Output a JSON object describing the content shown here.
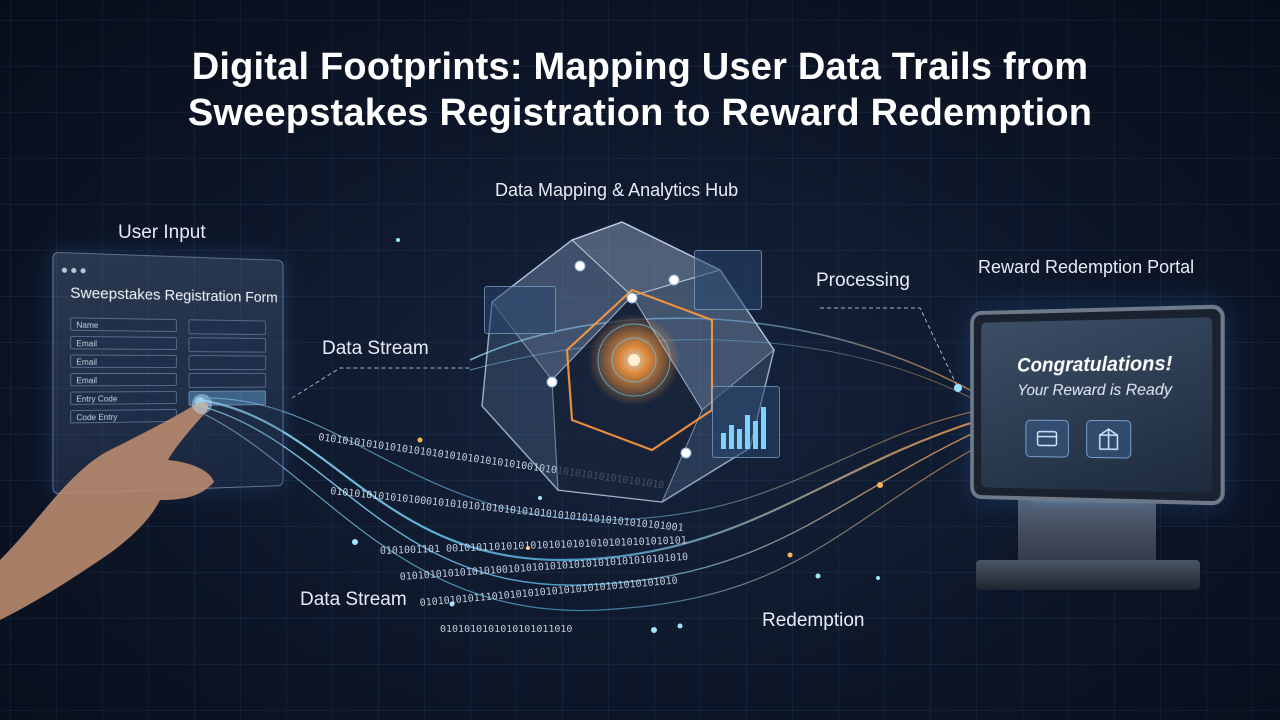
{
  "title_line1": "Digital Footprints: Mapping User Data Trails from",
  "title_line2": "Sweepstakes Registration to Reward Redemption",
  "labels": {
    "user_input": "User Input",
    "hub": "Data Mapping & Analytics Hub",
    "processing": "Processing",
    "portal": "Reward Redemption Portal",
    "data_stream_top": "Data Stream",
    "data_stream_bottom": "Data Stream",
    "redemption": "Redemption"
  },
  "form": {
    "title": "Sweepstakes Registration Form",
    "fields": [
      "Name",
      "Email",
      "Email",
      "Email",
      "Entry Code",
      "Code Entry"
    ]
  },
  "kiosk": {
    "headline": "Congratulations!",
    "subline": "Your Reward is Ready"
  },
  "binary": {
    "row1": "0101010101010101010101010101010101001010101010101010101010",
    "row2": "01010101010101000101010101010101010101010101010101010101001",
    "row3": "0101001101 0010101101010101010101010101010101010101",
    "row4": "010101010101010100101010101010101010101010101010",
    "row5": "0101010101110101010101010101010101010101010",
    "row6": "0101010101010101011010"
  },
  "colors": {
    "stream_blue": "#5ec8ff",
    "stream_orange": "#ffa04a",
    "hub_core": "#ff9a3c",
    "background": "#0d1628"
  }
}
